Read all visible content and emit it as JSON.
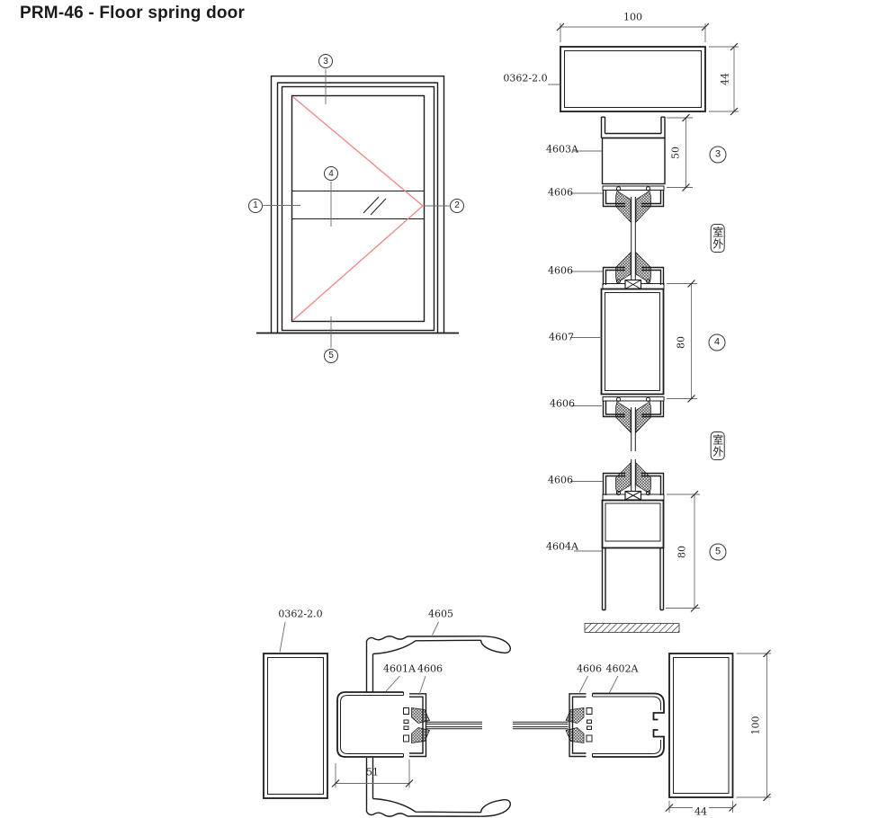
{
  "title": "PRM-46 - Floor spring door",
  "elevation": {
    "callout_1": "1",
    "callout_2": "2",
    "callout_3": "3",
    "callout_4": "4",
    "callout_5": "5"
  },
  "vertical_sections": {
    "tube_label": "0362-2.0",
    "dim_width": "100",
    "dim_depth": "44",
    "head_frame": "4603A",
    "glazing_gasket": "4606",
    "dim_head": "50",
    "section_head_no": "3",
    "outdoor_badge": "室外",
    "mid_rail": "4607",
    "dim_mid": "80",
    "section_mid_no": "4",
    "sill_frame": "4604A",
    "dim_sill": "80",
    "section_sill_no": "5"
  },
  "plan_sections": {
    "tube_label": "0362-2.0",
    "leaf_cover": "4605",
    "leaf_stile_left": "4601A",
    "glazing_gasket": "4606",
    "leaf_stile_right": "4602A",
    "dim_leaf": "51",
    "dim_jamb_height": "100",
    "dim_jamb_width": "44"
  },
  "colors": {
    "line": "#1c1c1c",
    "dim_line": "#6b6b6b",
    "red_swing": "#ef8585"
  }
}
